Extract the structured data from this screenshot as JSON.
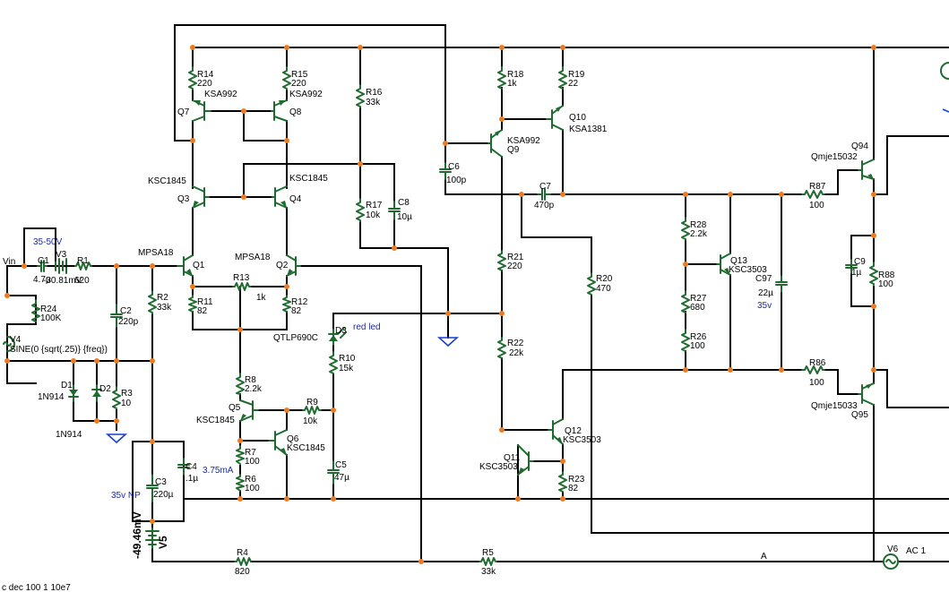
{
  "labels": [
    {
      "id": "R14",
      "t": "R14"
    },
    {
      "id": "R14v",
      "t": "220"
    },
    {
      "id": "Q7",
      "t": "Q7"
    },
    {
      "id": "KSA992a",
      "t": "KSA992"
    },
    {
      "id": "R15",
      "t": "R15"
    },
    {
      "id": "R15v",
      "t": "220"
    },
    {
      "id": "KSA992b",
      "t": "KSA992"
    },
    {
      "id": "Q8",
      "t": "Q8"
    },
    {
      "id": "R16",
      "t": "R16"
    },
    {
      "id": "R16v",
      "t": "33k"
    },
    {
      "id": "R18",
      "t": "R18"
    },
    {
      "id": "R18v",
      "t": "1k"
    },
    {
      "id": "R19",
      "t": "R19"
    },
    {
      "id": "R19v",
      "t": "22"
    },
    {
      "id": "Q10",
      "t": "Q10"
    },
    {
      "id": "KSA1381",
      "t": "KSA1381"
    },
    {
      "id": "KSA992c",
      "t": "KSA992"
    },
    {
      "id": "Q9",
      "t": "Q9"
    },
    {
      "id": "C6",
      "t": "C6"
    },
    {
      "id": "C6v",
      "t": "100p"
    },
    {
      "id": "KSC1845a",
      "t": "KSC1845"
    },
    {
      "id": "Q3",
      "t": "Q3"
    },
    {
      "id": "KSC1845b",
      "t": "KSC1845"
    },
    {
      "id": "Q4",
      "t": "Q4"
    },
    {
      "id": "R17",
      "t": "R17"
    },
    {
      "id": "R17v",
      "t": "10k"
    },
    {
      "id": "C8",
      "t": "C8"
    },
    {
      "id": "C8v",
      "t": "10µ"
    },
    {
      "id": "C7",
      "t": "C7"
    },
    {
      "id": "C7v",
      "t": "470p"
    },
    {
      "id": "R87",
      "t": "R87"
    },
    {
      "id": "R87v",
      "t": "100"
    },
    {
      "id": "Qmje15032",
      "t": "Qmje15032"
    },
    {
      "id": "Q94",
      "t": "Q94"
    },
    {
      "id": "R28",
      "t": "R28"
    },
    {
      "id": "R28v",
      "t": "2.2k"
    },
    {
      "id": "Q13",
      "t": "Q13"
    },
    {
      "id": "KSC3503a",
      "t": "KSC3503"
    },
    {
      "id": "C97",
      "t": "C97"
    },
    {
      "id": "C97v",
      "t": "22µ"
    },
    {
      "id": "C97r",
      "t": "35v"
    },
    {
      "id": "R27",
      "t": "R27"
    },
    {
      "id": "R27v",
      "t": "680"
    },
    {
      "id": "R26",
      "t": "R26"
    },
    {
      "id": "R26v",
      "t": "100"
    },
    {
      "id": "C9",
      "t": "C9"
    },
    {
      "id": "C9v",
      "t": "1µ"
    },
    {
      "id": "R88",
      "t": "R88"
    },
    {
      "id": "R88v",
      "t": "100"
    },
    {
      "id": "R86",
      "t": "R86"
    },
    {
      "id": "R86v",
      "t": "100"
    },
    {
      "id": "Qmje15033",
      "t": "Qmje15033"
    },
    {
      "id": "Q95",
      "t": "Q95"
    },
    {
      "id": "v3550",
      "t": "35-50V"
    },
    {
      "id": "Vin",
      "t": "Vin"
    },
    {
      "id": "C1",
      "t": "C1"
    },
    {
      "id": "C1v",
      "t": "4.7µ"
    },
    {
      "id": "V3",
      "t": "V3"
    },
    {
      "id": "V3v",
      "t": "-30.81mV"
    },
    {
      "id": "R1",
      "t": "R1"
    },
    {
      "id": "R1v",
      "t": "620"
    },
    {
      "id": "MPSA18a",
      "t": "MPSA18"
    },
    {
      "id": "Q1",
      "t": "Q1"
    },
    {
      "id": "MPSA18b",
      "t": "MPSA18"
    },
    {
      "id": "Q2",
      "t": "Q2"
    },
    {
      "id": "R13",
      "t": "R13"
    },
    {
      "id": "R13v",
      "t": "1k"
    },
    {
      "id": "R11",
      "t": "R11"
    },
    {
      "id": "R11v",
      "t": "82"
    },
    {
      "id": "R12",
      "t": "R12"
    },
    {
      "id": "R12v",
      "t": "82"
    },
    {
      "id": "R2",
      "t": "R2"
    },
    {
      "id": "R2v",
      "t": "33k"
    },
    {
      "id": "C2",
      "t": "C2"
    },
    {
      "id": "C2v",
      "t": "220p"
    },
    {
      "id": "R24",
      "t": "R24"
    },
    {
      "id": "R24v",
      "t": "100K"
    },
    {
      "id": "V4",
      "t": "V4"
    },
    {
      "id": "V4v",
      "t": "SINE(0 {sqrt(.25)} {freq})"
    },
    {
      "id": "D1",
      "t": "D1"
    },
    {
      "id": "D1v",
      "t": "1N914"
    },
    {
      "id": "D2",
      "t": "D2"
    },
    {
      "id": "D2v",
      "t": "1N914"
    },
    {
      "id": "R3",
      "t": "R3"
    },
    {
      "id": "R3v",
      "t": "10"
    },
    {
      "id": "QTLP",
      "t": "QTLP690C"
    },
    {
      "id": "D3",
      "t": "D3"
    },
    {
      "id": "redled",
      "t": "red led"
    },
    {
      "id": "R10",
      "t": "R10"
    },
    {
      "id": "R10v",
      "t": "15k"
    },
    {
      "id": "R8",
      "t": "R8"
    },
    {
      "id": "R8v",
      "t": "2.2k"
    },
    {
      "id": "Q5",
      "t": "Q5"
    },
    {
      "id": "KSC1845c",
      "t": "KSC1845"
    },
    {
      "id": "R9",
      "t": "R9"
    },
    {
      "id": "R9v",
      "t": "10k"
    },
    {
      "id": "Q6",
      "t": "Q6"
    },
    {
      "id": "KSC1845d",
      "t": "KSC1845"
    },
    {
      "id": "R7",
      "t": "R7"
    },
    {
      "id": "R7v",
      "t": "100"
    },
    {
      "id": "I375",
      "t": "3.75mA"
    },
    {
      "id": "R6",
      "t": "R6"
    },
    {
      "id": "R6v",
      "t": "100"
    },
    {
      "id": "C5",
      "t": "C5"
    },
    {
      "id": "C5v",
      "t": "47µ"
    },
    {
      "id": "C4",
      "t": "C4"
    },
    {
      "id": "C4v",
      "t": ".1µ"
    },
    {
      "id": "C3",
      "t": "C3"
    },
    {
      "id": "C3v",
      "t": "220µ"
    },
    {
      "id": "c35",
      "t": "35v NP"
    },
    {
      "id": "V5v",
      "t": "-49.46mV"
    },
    {
      "id": "V5",
      "t": "V5"
    },
    {
      "id": "R20",
      "t": "R20"
    },
    {
      "id": "R20v",
      "t": "470"
    },
    {
      "id": "R21",
      "t": "R21"
    },
    {
      "id": "R21v",
      "t": "220"
    },
    {
      "id": "R22",
      "t": "R22"
    },
    {
      "id": "R22v",
      "t": "22k"
    },
    {
      "id": "Q12",
      "t": "Q12"
    },
    {
      "id": "KSC3503b",
      "t": "KSC3503"
    },
    {
      "id": "Q11",
      "t": "Q11"
    },
    {
      "id": "KSC3503c",
      "t": "KSC3503"
    },
    {
      "id": "R23",
      "t": "R23"
    },
    {
      "id": "R23v",
      "t": "82"
    },
    {
      "id": "R4",
      "t": "R4"
    },
    {
      "id": "R4v",
      "t": "820"
    },
    {
      "id": "R5",
      "t": "R5"
    },
    {
      "id": "R5v",
      "t": "33k"
    },
    {
      "id": "A",
      "t": "A"
    },
    {
      "id": "V6",
      "t": "V6"
    },
    {
      "id": "AC1",
      "t": "AC 1"
    },
    {
      "id": "dec",
      "t": "c dec 100 1 10e7"
    }
  ]
}
